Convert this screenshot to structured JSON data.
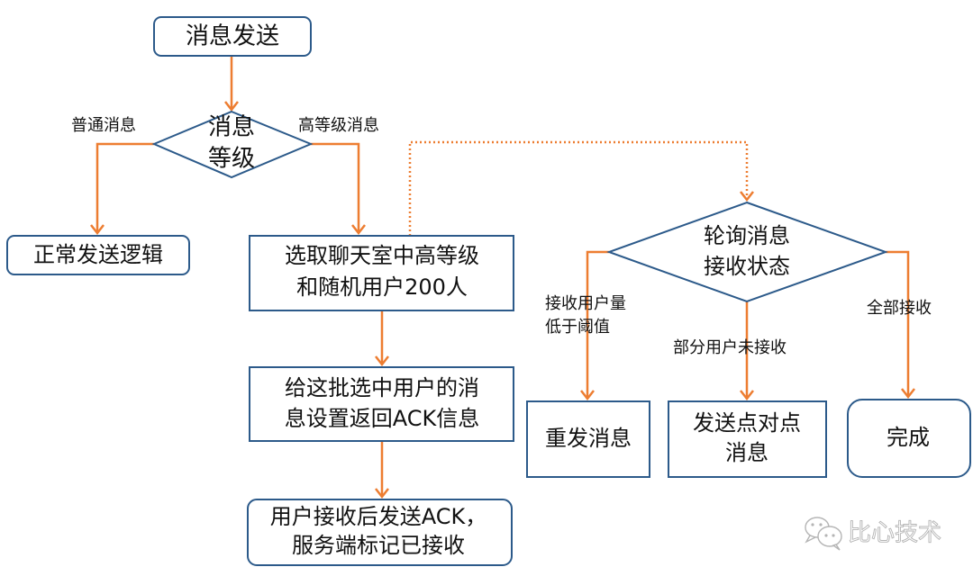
{
  "diagram": {
    "nodes": {
      "start": {
        "lines": [
          "消息发送"
        ],
        "shape": "rounded-rect"
      },
      "level_decision": {
        "lines": [
          "消息",
          "等级"
        ],
        "shape": "diamond"
      },
      "normal_send": {
        "lines": [
          "正常发送逻辑"
        ],
        "shape": "rounded-rect"
      },
      "select_users": {
        "lines": [
          "选取聊天室中高等级",
          "和随机用户200人"
        ],
        "shape": "rect"
      },
      "set_ack": {
        "lines": [
          "给这批选中用户的消",
          "息设置返回ACK信息"
        ],
        "shape": "rect"
      },
      "user_ack": {
        "lines": [
          "用户接收后发送ACK，",
          "服务端标记已接收"
        ],
        "shape": "rounded-rect"
      },
      "poll_status": {
        "lines": [
          "轮询消息",
          "接收状态"
        ],
        "shape": "diamond"
      },
      "resend": {
        "lines": [
          "重发消息"
        ],
        "shape": "rect"
      },
      "p2p_send": {
        "lines": [
          "发送点对点",
          "消息"
        ],
        "shape": "rect"
      },
      "done": {
        "lines": [
          "完成"
        ],
        "shape": "rounded-rect"
      }
    },
    "edges": {
      "start_to_level": {
        "from": "start",
        "to": "level_decision",
        "label": []
      },
      "level_to_normal": {
        "from": "level_decision",
        "to": "normal_send",
        "label": [
          "普通消息"
        ]
      },
      "level_to_select": {
        "from": "level_decision",
        "to": "select_users",
        "label": [
          "高等级消息"
        ]
      },
      "select_to_ack": {
        "from": "select_users",
        "to": "set_ack",
        "label": []
      },
      "ack_to_user": {
        "from": "set_ack",
        "to": "user_ack",
        "label": []
      },
      "select_to_poll": {
        "from": "select_users",
        "to": "poll_status",
        "label": [],
        "style": "dotted"
      },
      "poll_to_resend": {
        "from": "poll_status",
        "to": "resend",
        "label": [
          "接收用户量",
          "低于阈值"
        ]
      },
      "poll_to_p2p": {
        "from": "poll_status",
        "to": "p2p_send",
        "label": [
          "部分用户未接收"
        ]
      },
      "poll_to_done": {
        "from": "poll_status",
        "to": "done",
        "label": [
          "全部接收"
        ]
      }
    },
    "colors": {
      "node_border": "#2c5a8a",
      "edge": "#ed7d31",
      "text": "#111111",
      "watermark": "#b5b5b5"
    }
  },
  "watermark": {
    "icon": "wechat-icon",
    "text": "比心技术"
  }
}
